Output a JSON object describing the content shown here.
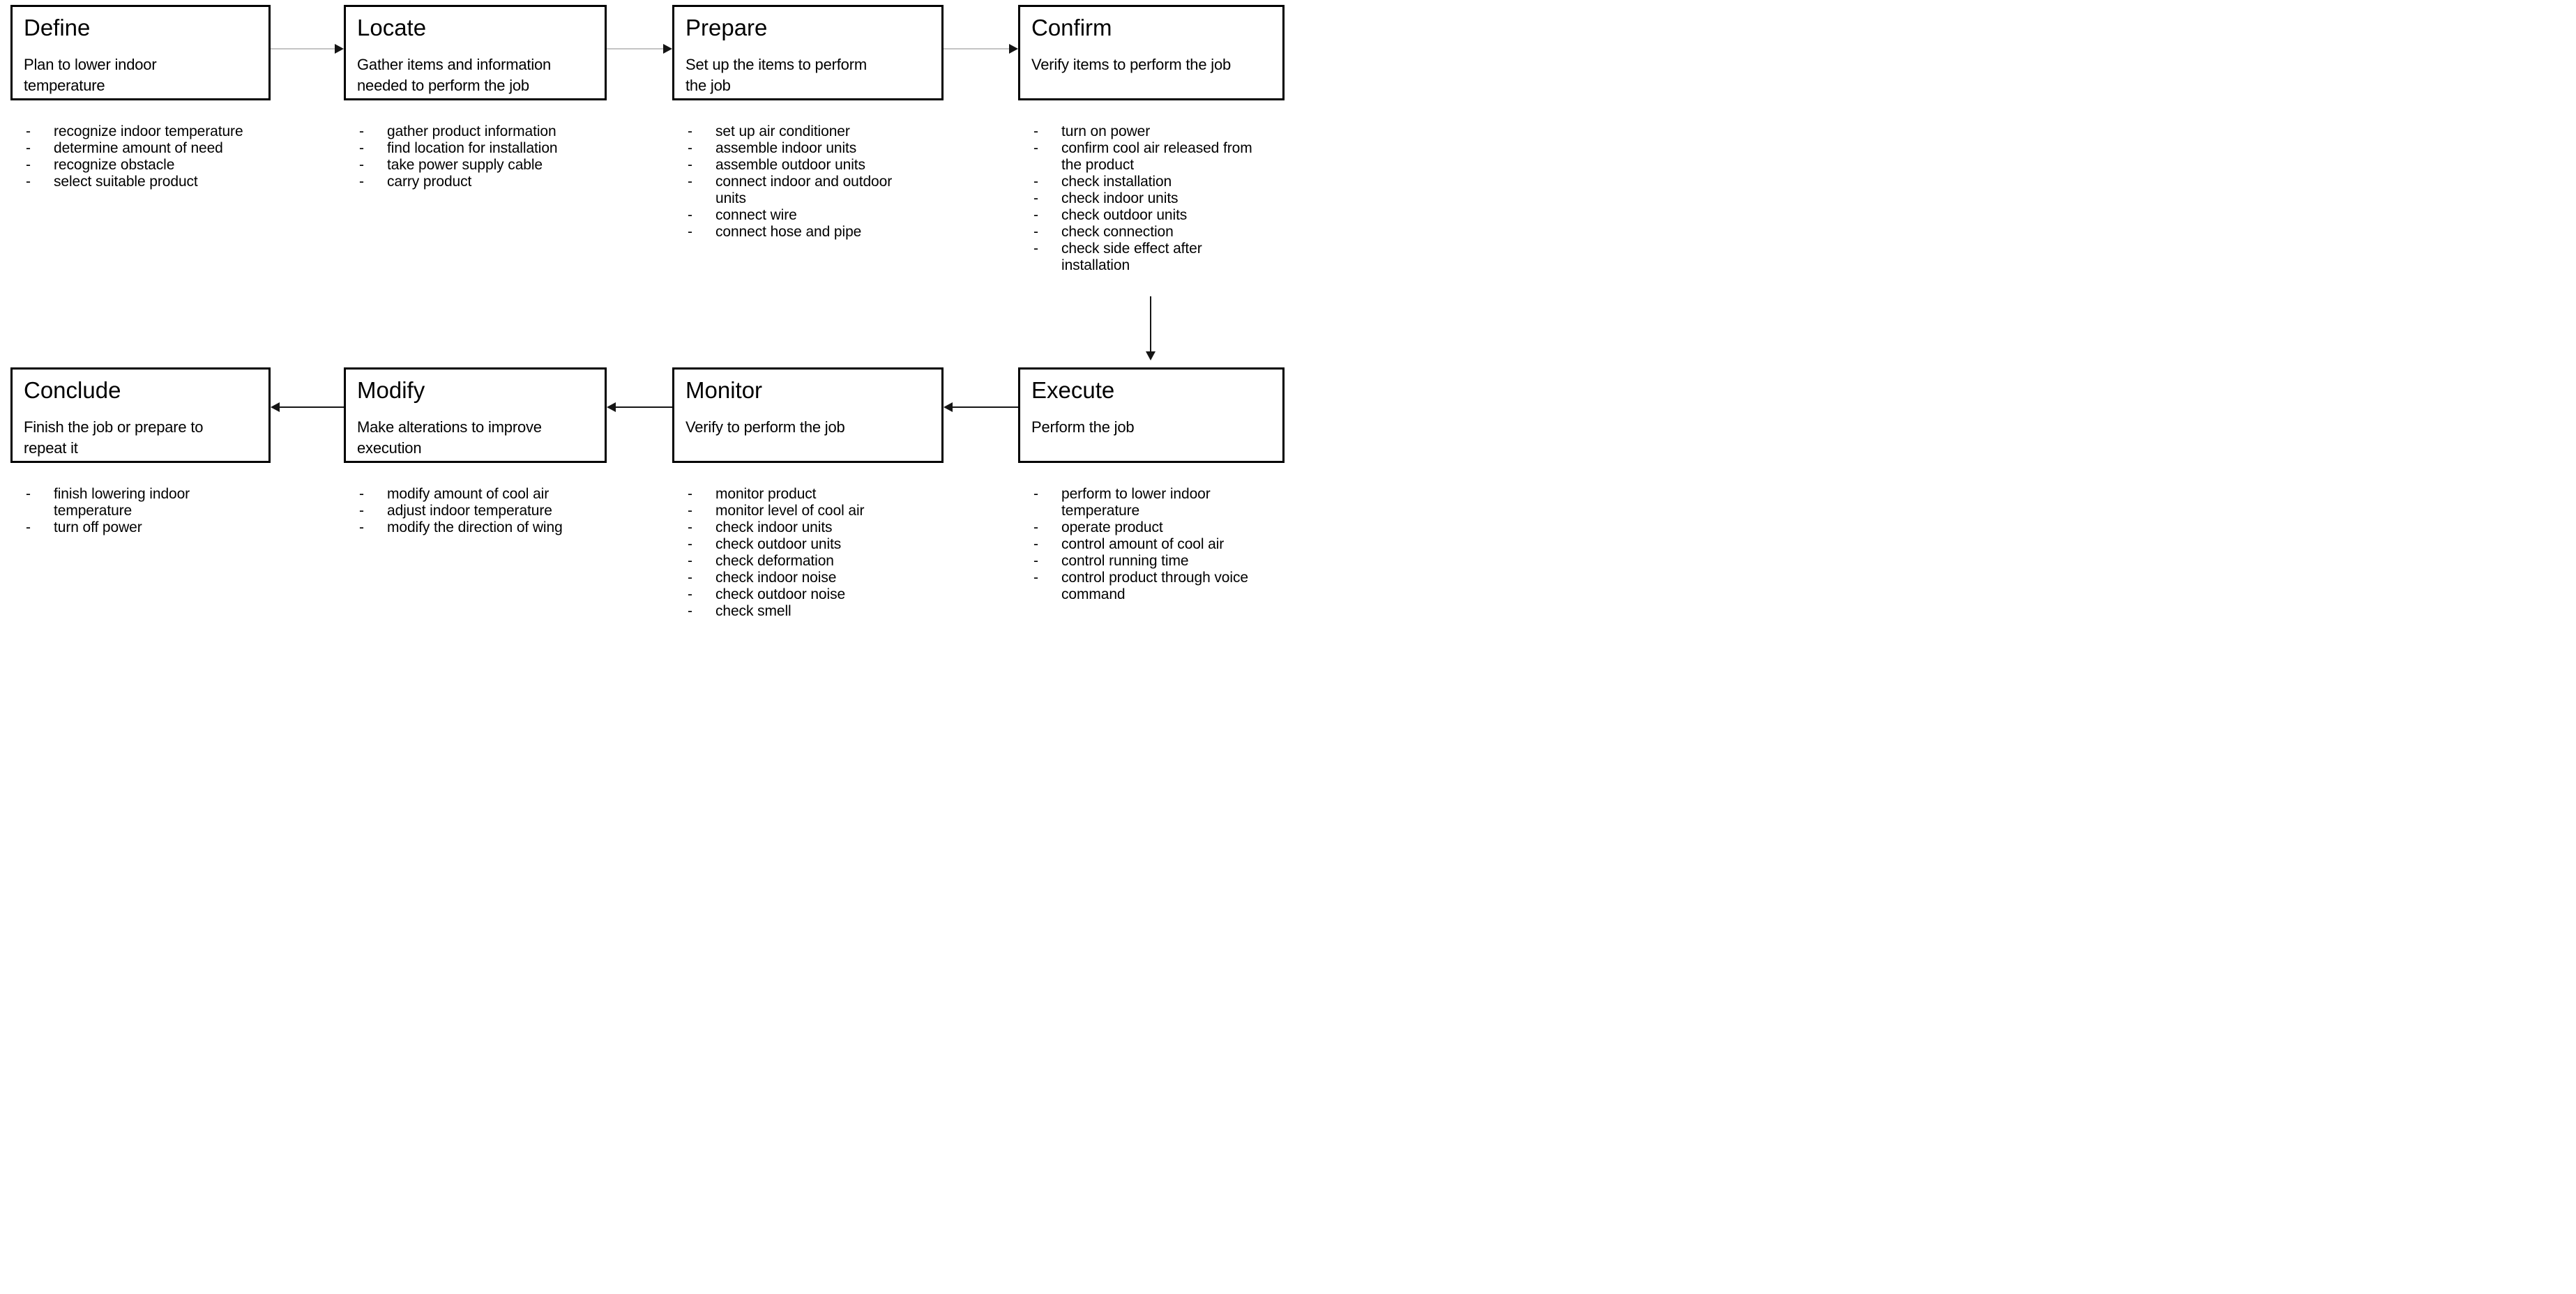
{
  "bullet_marker": "-",
  "colors": {
    "connector_gray": "#c4c4c4",
    "connector_black": "#151515",
    "box_border": "#000000",
    "text": "#000000",
    "background": "#ffffff"
  },
  "stages": [
    {
      "id": "define",
      "title": "Define",
      "description": "Plan to lower indoor\ntemperature",
      "tasks": [
        "recognize indoor temperature",
        "determine amount of need",
        "recognize obstacle",
        "select suitable product"
      ]
    },
    {
      "id": "locate",
      "title": "Locate",
      "description": "Gather items and information\nneeded to perform the job",
      "tasks": [
        "gather product information",
        "find location for installation",
        "take power supply cable",
        "carry product"
      ]
    },
    {
      "id": "prepare",
      "title": "Prepare",
      "description": "Set up the items to perform\nthe job",
      "tasks": [
        "set up air conditioner",
        "assemble indoor units",
        "assemble outdoor units",
        "connect indoor and outdoor\nunits",
        "connect wire",
        "connect hose and pipe"
      ]
    },
    {
      "id": "confirm",
      "title": "Confirm",
      "description": "Verify items to perform the job",
      "tasks": [
        "turn on power",
        "confirm cool air released from\nthe product",
        "check installation",
        "check indoor units",
        "check outdoor units",
        "check connection",
        "check side effect after\ninstallation"
      ]
    },
    {
      "id": "execute",
      "title": "Execute",
      "description": "Perform the job",
      "tasks": [
        "perform to lower indoor\ntemperature",
        "operate product",
        "control amount of cool air",
        "control running time",
        "control product through voice\ncommand"
      ]
    },
    {
      "id": "monitor",
      "title": "Monitor",
      "description": "Verify to perform the job",
      "tasks": [
        "monitor product",
        "monitor level of cool air",
        "check indoor units",
        "check outdoor units",
        "check deformation",
        "check indoor noise",
        "check outdoor noise",
        "check smell"
      ]
    },
    {
      "id": "modify",
      "title": "Modify",
      "description": "Make alterations to improve\nexecution",
      "tasks": [
        "modify amount of cool air",
        "adjust indoor temperature",
        "modify the direction of wing"
      ]
    },
    {
      "id": "conclude",
      "title": "Conclude",
      "description": "Finish the job or prepare to\nrepeat it",
      "tasks": [
        "finish lowering indoor\ntemperature",
        "turn off power"
      ]
    }
  ],
  "flow": [
    {
      "from": "Define",
      "to": "Locate"
    },
    {
      "from": "Locate",
      "to": "Prepare"
    },
    {
      "from": "Prepare",
      "to": "Confirm"
    },
    {
      "from": "Confirm",
      "to": "Execute"
    },
    {
      "from": "Execute",
      "to": "Monitor"
    },
    {
      "from": "Monitor",
      "to": "Modify"
    },
    {
      "from": "Modify",
      "to": "Conclude"
    }
  ]
}
